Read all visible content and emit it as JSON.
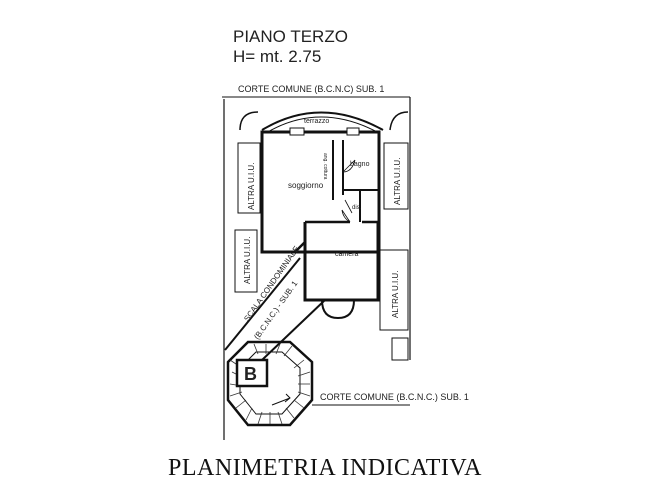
{
  "header": {
    "floor": "PIANO TERZO",
    "height": "H= mt. 2.75"
  },
  "labels": {
    "corte_top": "CORTE COMUNE (B.C.N.C) SUB. 1",
    "corte_bottom": "CORTE COMUNE (B.C.N.C.) SUB. 1",
    "terrazzo": "terrazzo",
    "soggiorno": "soggiorno",
    "angolo_cottura": "ang. cottura",
    "bagno": "bagno",
    "dis": "dis.",
    "camera": "camera",
    "altra_uiu": "ALTRA U.I.U.",
    "scala_line1": "SCALA CONDOMINIALE",
    "scala_line2": "(B.C.N.C.) - SUB. 1",
    "stair_letter": "B"
  },
  "footer": {
    "caption": "PLANIMETRIA INDICATIVA"
  }
}
